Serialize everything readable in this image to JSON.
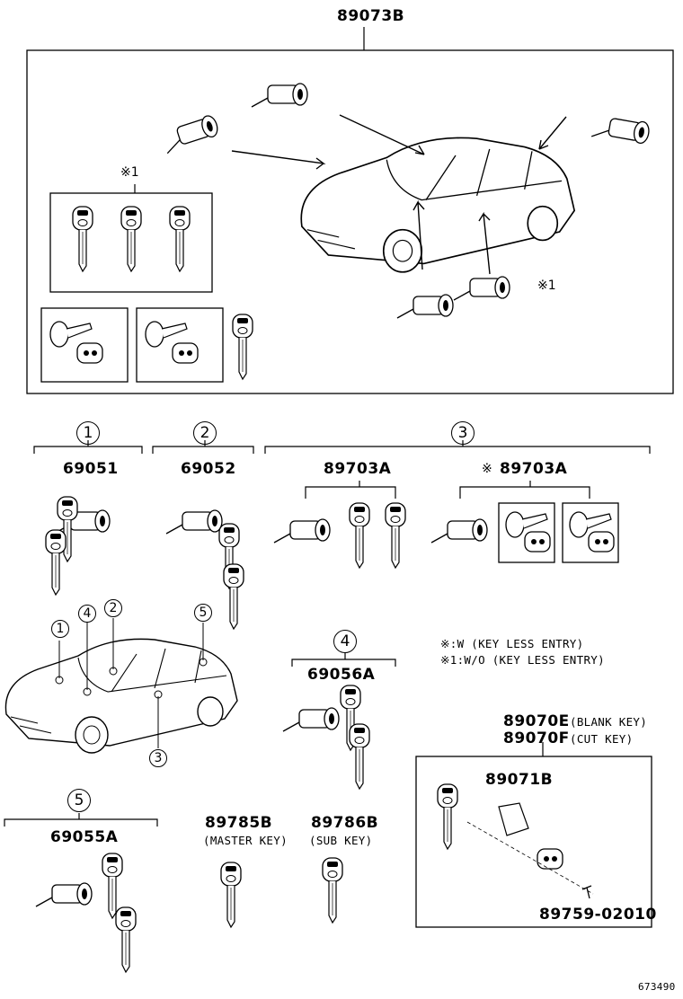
{
  "top_group": {
    "part": "89073B",
    "mark_keys": "※1",
    "mark_lock": "※1"
  },
  "group1": {
    "index": "1",
    "part": "69051"
  },
  "group2": {
    "index": "2",
    "part": "69052"
  },
  "group3": {
    "index": "3",
    "part_a": "89703A",
    "part_b": "89703A",
    "mark_b": "※"
  },
  "group4": {
    "index": "4",
    "part": "69056A"
  },
  "group5": {
    "index": "5",
    "part": "69055A"
  },
  "car_callouts": {
    "c1": "1",
    "c2": "2",
    "c3": "3",
    "c4": "4",
    "c5": "5"
  },
  "notes": {
    "line1": "※:W (KEY LESS ENTRY)",
    "line2": "※1:W/O (KEY LESS ENTRY)"
  },
  "keys": {
    "master_part": "89785B",
    "master_label": "(MASTER KEY)",
    "sub_part": "89786B",
    "sub_label": "(SUB KEY)"
  },
  "blank_key": {
    "part_e": "89070E",
    "label_e": "(BLANK KEY)",
    "part_f": "89070F",
    "label_f": "(CUT KEY)",
    "cover": "89071B",
    "screw": "89759-02010"
  },
  "drawing_number": "673490"
}
